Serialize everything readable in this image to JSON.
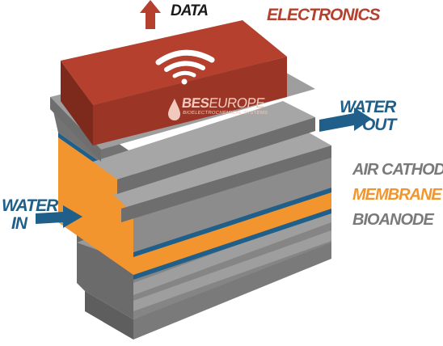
{
  "labels": {
    "data": "DATA",
    "electronics": "ELECTRONICS",
    "water_out_line1": "WATER",
    "water_out_line2": "OUT",
    "water_in_line1": "WATER",
    "water_in_line2": "IN",
    "air_cathode": "AIR CATHODE",
    "membrane": "MEMBRANE",
    "bioanode": "BIOANODE"
  },
  "logo": {
    "brand_bold": "BES",
    "brand_light": "EUROPE",
    "subtitle": "BIOELECTROCHEMICAL SYSTEMS"
  },
  "colors": {
    "electronics": "#b5402e",
    "water": "#1f5f8a",
    "membrane": "#f2952e",
    "layer_gray": "#8c8c8c"
  },
  "icons": [
    "wifi-icon",
    "drop-icon",
    "arrow-up-icon",
    "arrow-right-icon"
  ]
}
